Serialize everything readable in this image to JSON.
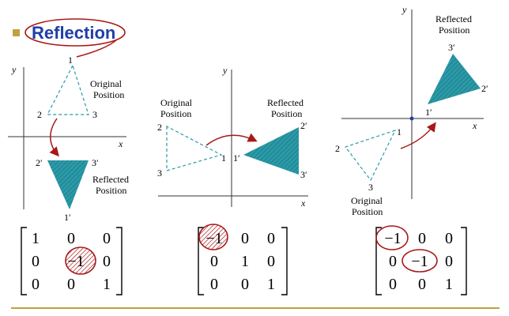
{
  "slide": {
    "title": "Reflection",
    "accent_color": "#c0a040",
    "title_color": "#1f3fa8",
    "annotation_color": "#a81818",
    "triangle_color": "#2a9aa8"
  },
  "diagrams": [
    {
      "axis_x_label": "x",
      "axis_y_label": "y",
      "original_label": [
        "Original",
        "Position"
      ],
      "reflected_label": [
        "Reflected",
        "Position"
      ],
      "vertex_labels": [
        "1",
        "2",
        "3"
      ],
      "reflected_vertex_labels": [
        "1′",
        "2′",
        "3′"
      ]
    },
    {
      "axis_x_label": "x",
      "axis_y_label": "y",
      "original_label": [
        "Original",
        "Position"
      ],
      "reflected_label": [
        "Reflected",
        "Position"
      ],
      "vertex_labels": [
        "1",
        "2",
        "3"
      ],
      "reflected_vertex_labels": [
        "1′",
        "2′",
        "3′"
      ]
    },
    {
      "axis_x_label": "x",
      "axis_y_label": "y",
      "original_label": [
        "Original",
        "Position"
      ],
      "reflected_label": [
        "Reflected",
        "Position"
      ],
      "vertex_labels": [
        "1",
        "2",
        "3"
      ],
      "reflected_vertex_labels": [
        "1′",
        "2′",
        "3′"
      ]
    }
  ],
  "matrices": [
    {
      "rows": [
        [
          "1",
          "0",
          "0"
        ],
        [
          "0",
          "−1",
          "0"
        ],
        [
          "0",
          "0",
          "1"
        ]
      ]
    },
    {
      "rows": [
        [
          "−1",
          "0",
          "0"
        ],
        [
          "0",
          "1",
          "0"
        ],
        [
          "0",
          "0",
          "1"
        ]
      ]
    },
    {
      "rows": [
        [
          "−1",
          "0",
          "0"
        ],
        [
          "0",
          "−1",
          "0"
        ],
        [
          "0",
          "0",
          "1"
        ]
      ]
    }
  ]
}
